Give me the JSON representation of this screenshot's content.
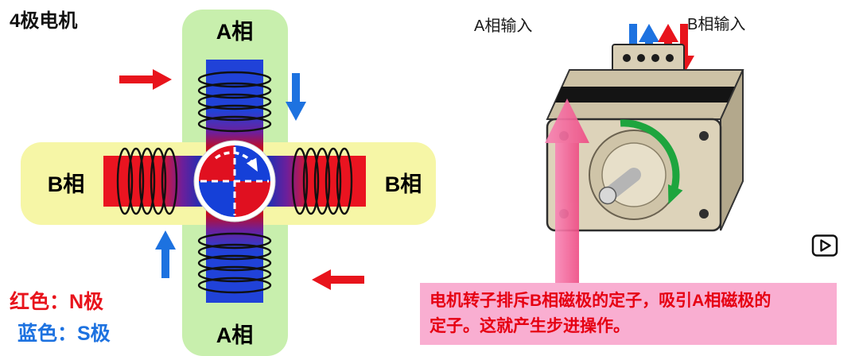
{
  "title": "4极电机",
  "left_diagram": {
    "phase_labels": {
      "top": "A相",
      "bottom": "A相",
      "left": "B相",
      "right": "B相"
    }
  },
  "legend": {
    "n_pole": "红色：N极",
    "s_pole": "蓝色：S极"
  },
  "right_panel": {
    "input_labels": {
      "a": "A相输入",
      "b": "B相输入"
    },
    "caption_line1": "电机转子排斥B相磁极的定子，吸引A相磁极的",
    "caption_line2": "定子。这就产生步进操作。"
  },
  "icons": {
    "next_button": "play-icon",
    "rotation_direction": "curved-arrow-icon"
  },
  "colors": {
    "n_pole_red": "#e8141c",
    "s_pole_blue": "#1d72e0",
    "phase_a_glow_green": "#c8efad",
    "phase_b_glow_yellow": "#f6f6a6",
    "caption_background": "#f9aed1",
    "caption_text": "#e60012",
    "attraction_arrow_pink": "#ee4e85",
    "rotation_arrow_green": "#1ea53e",
    "motor_body_beige": "#ddd3ba"
  }
}
